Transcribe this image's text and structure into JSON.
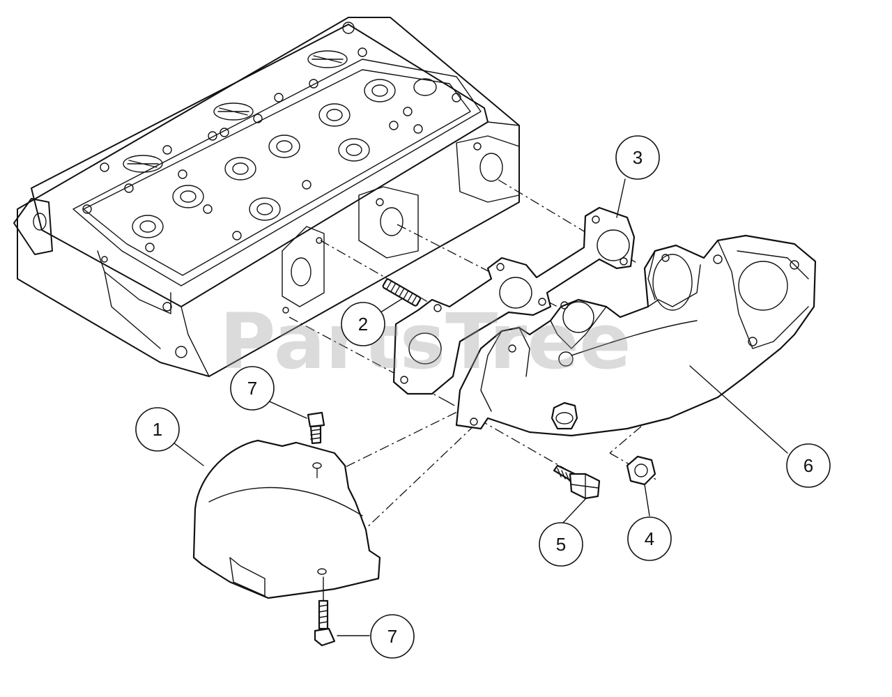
{
  "watermark": "PartsTree",
  "callouts": [
    {
      "id": "callout-1",
      "label": "1"
    },
    {
      "id": "callout-2",
      "label": "2"
    },
    {
      "id": "callout-3",
      "label": "3"
    },
    {
      "id": "callout-4",
      "label": "4"
    },
    {
      "id": "callout-5",
      "label": "5"
    },
    {
      "id": "callout-6",
      "label": "6"
    },
    {
      "id": "callout-7-top",
      "label": "7"
    },
    {
      "id": "callout-7-bottom",
      "label": "7"
    }
  ]
}
